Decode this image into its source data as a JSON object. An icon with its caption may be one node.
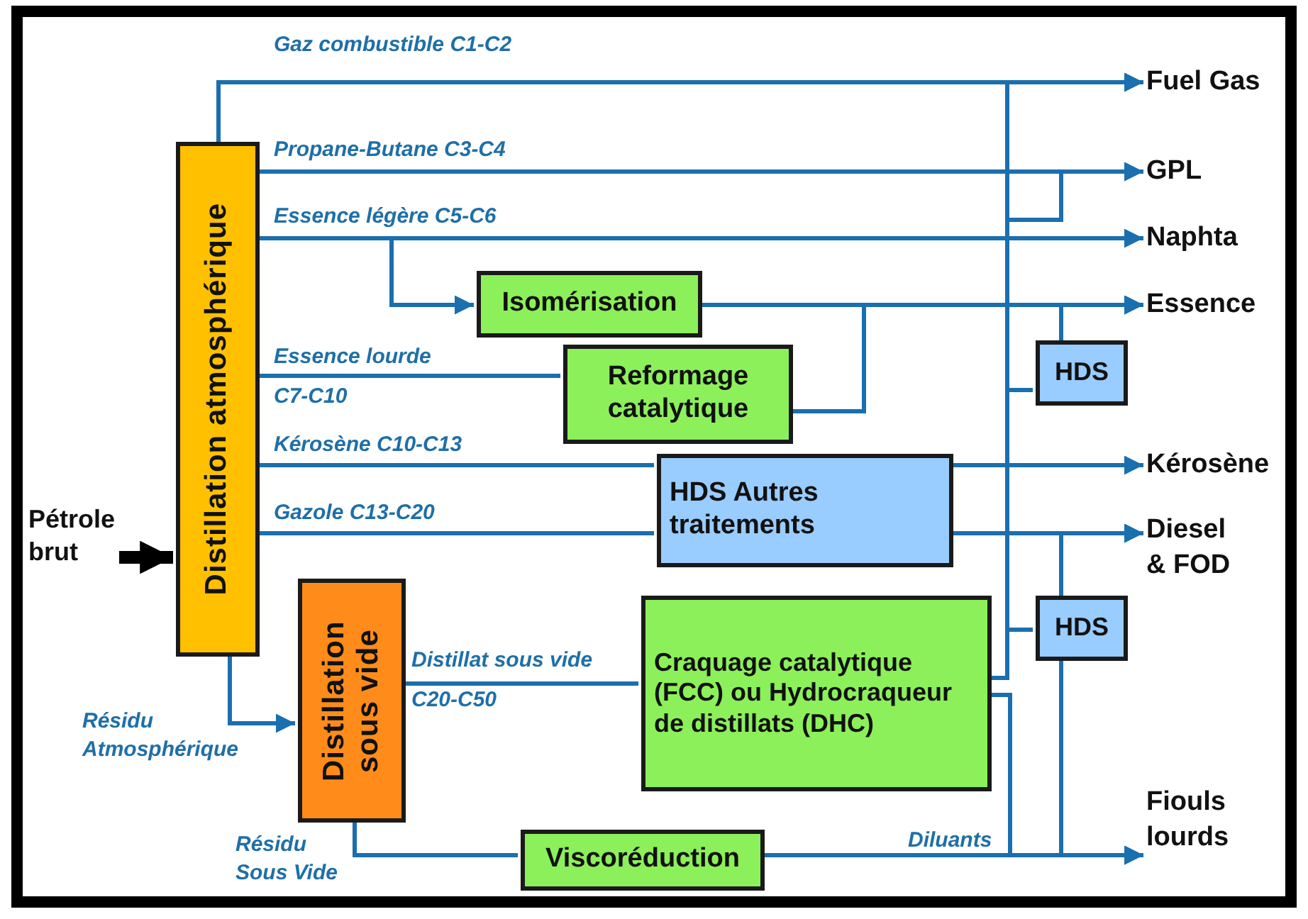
{
  "diagram": {
    "nodes": [
      {
        "text": [
          "Distillation atmosphérique"
        ]
      },
      {
        "text": [
          "Pétrole brut"
        ]
      },
      {
        "text": [
          "Distillation sous vide"
        ]
      },
      {
        "text": [
          "Isomérisation"
        ]
      },
      {
        "text": [
          "Reformage catalytique"
        ]
      },
      {
        "text": [
          "HDS Autres traitements"
        ]
      },
      {
        "text": [
          "HDS"
        ]
      },
      {
        "text": [
          "Craquage catalytique (FCC) ou Hydrocraqueur de distillats (DHC)"
        ]
      },
      {
        "text": [
          "HDS"
        ]
      },
      {
        "text": [
          "Viscoréduction"
        ]
      },
      {
        "text": [
          "Fuel Gas"
        ]
      },
      {
        "text": [
          "GPL"
        ]
      },
      {
        "text": [
          "Naphta"
        ]
      },
      {
        "text": [
          "Essence"
        ]
      },
      {
        "text": [
          "Kérosène"
        ]
      },
      {
        "text": [
          "Diesel & FOD"
        ]
      },
      {
        "text": [
          "Fiouls lourds"
        ]
      }
    ],
    "edges": [
      {
        "from": 1,
        "to": 0,
        "arrow": "to",
        "style": "thick",
        "color": "#000000"
      },
      {
        "from": 0,
        "to": 10,
        "arrow": "to",
        "label": "Gaz combustible C1-C2"
      },
      {
        "from": 0,
        "to": 11,
        "arrow": "to",
        "label": "Propane-Butane C3-C4"
      },
      {
        "from": 0,
        "to": 12,
        "arrow": "to",
        "label": "Essence légère C5-C6"
      },
      {
        "from": 0,
        "to": 3,
        "arrow": "to"
      },
      {
        "from": 3,
        "to": 13,
        "arrow": "to"
      },
      {
        "from": 0,
        "to": 4,
        "arrow": "none",
        "label": "Essence lourde C7-C10"
      },
      {
        "from": 4,
        "to": 13,
        "arrow": "to"
      },
      {
        "from": 0,
        "to": 5,
        "arrow": "none",
        "label": "Kérosène C10-C13"
      },
      {
        "from": 0,
        "to": 5,
        "arrow": "none",
        "label": "Gazole C13-C20"
      },
      {
        "from": 5,
        "to": 14,
        "arrow": "to"
      },
      {
        "from": 5,
        "to": 15,
        "arrow": "to"
      },
      {
        "from": 0,
        "to": 2,
        "arrow": "to",
        "label": "Résidu Atmosphérique"
      },
      {
        "from": 2,
        "to": 7,
        "arrow": "none",
        "label": "Distillat sous vide C20-C50"
      },
      {
        "from": 2,
        "to": 9,
        "arrow": "none",
        "label": "Résidu Sous Vide"
      },
      {
        "from": 9,
        "to": 16,
        "arrow": "to"
      },
      {
        "from": 7,
        "to": 10,
        "arrow": "to"
      },
      {
        "from": 7,
        "to": 11,
        "arrow": "to"
      },
      {
        "from": 7,
        "to": 6,
        "arrow": "none"
      },
      {
        "from": 7,
        "to": 8,
        "arrow": "none"
      },
      {
        "from": 6,
        "to": 13,
        "arrow": "to"
      },
      {
        "from": 8,
        "to": 15,
        "arrow": "to"
      },
      {
        "from": 8,
        "to": 16,
        "arrow": "to"
      },
      {
        "from": 7,
        "to": 16,
        "arrow": "to",
        "label": "Diluants"
      }
    ]
  }
}
